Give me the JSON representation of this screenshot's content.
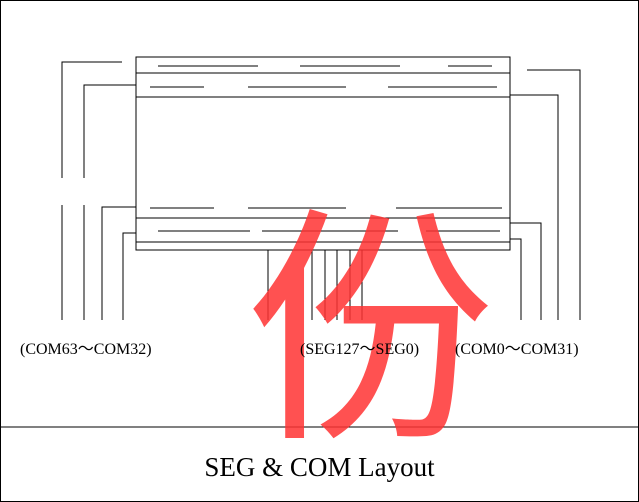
{
  "labels": {
    "com_left": "(COM63～COM32)",
    "seg": "(SEG127～SEG0)",
    "com_right": "(COM0～COM31)"
  },
  "caption": "SEG & COM Layout",
  "watermark_glyph": "份",
  "colors": {
    "line": "#000000",
    "watermark": "#ff3333"
  }
}
